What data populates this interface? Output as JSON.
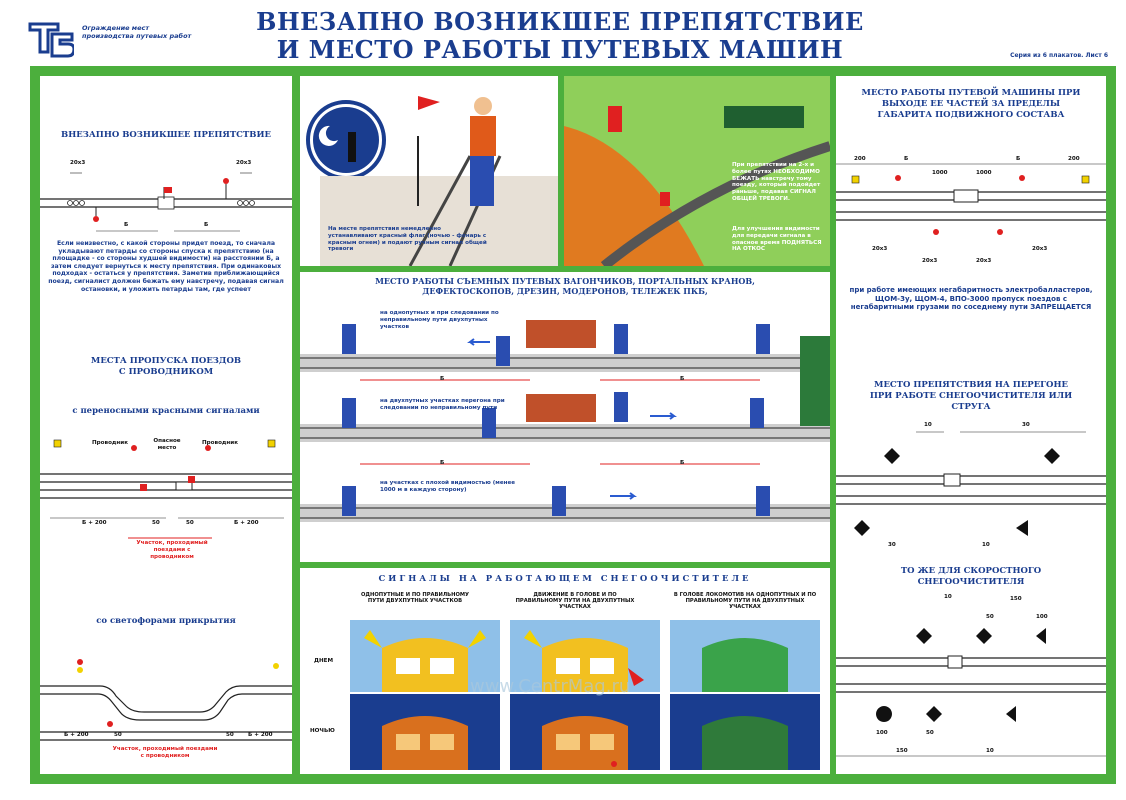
{
  "header": {
    "logo": "ТБ",
    "subtitle": "Ограждение мест производства путевых работ",
    "title_line1": "ВНЕЗАПНО ВОЗНИКШЕЕ ПРЕПЯТСТВИЕ",
    "title_line2": "И МЕСТО РАБОТЫ ПУТЕВЫХ МАШИН",
    "series": "Серия из 6 плакатов. Лист 6"
  },
  "left": {
    "title1": "ВНЕЗАПНО ВОЗНИКШЕЕ ПРЕПЯТСТВИЕ",
    "dim_a": "20x3",
    "dim_b": "20x3",
    "b1": "Б",
    "b2": "Б",
    "text1": "Если неизвестно, с какой стороны придет поезд, то сначала укладывают петарды со стороны спуска к препятствию (на площадке - со стороны худшей видимости) на расстоянии Б, а затем следует вернуться к месту препятствия. При одинаковых подходах - остаться у препятствия. Заметив приближающийся поезд, сигналист должен бежать ему навстречу, подавая сигнал остановки, и уложить петарды там, где успеет",
    "title2": "МЕСТА ПРОПУСКА ПОЕЗДОВ С ПРОВОДНИКОМ",
    "title3": "с переносными красными сигналами",
    "prov1": "Проводник",
    "danger": "Опасное место",
    "prov2": "Проводник",
    "d1": "Б + 200",
    "d2": "50",
    "d3": "50",
    "d4": "Б + 200",
    "zone": "Участок, проходимый поездами с проводником",
    "title4": "со светофорами прикрытия",
    "e1": "Б + 200",
    "e2": "50",
    "e3": "50",
    "e4": "Б + 200",
    "zone2": "Участок, проходимый поездами с проводником"
  },
  "center": {
    "cap1": "На месте препятствия немедленно устанавливают красный флаг (ночью - фонарь с красным огнем) и подают ручным сигнал общей тревоги",
    "cap2": "При препятствии на 2-х и более путях НЕОБХОДИМО БЕЖАТЬ навстречу тому поезду, который подойдет раньше, подавая СИГНАЛ ОБЩЕЙ ТРЕВОГИ.",
    "cap3": "Для улучшения видимости для передачи сигнала в опасное время ПОДНЯТЬСЯ НА ОТКОС",
    "title_mid": "МЕСТО РАБОТЫ СЪЕМНЫХ ПУТЕВЫХ ВАГОНЧИКОВ, ПОРТАЛЬНЫХ КРАНОВ, ДЕФЕКТОСКОПОВ, ДРЕЗИН, МОДЕРОНОВ, ТЕЛЕЖЕК ПКБ,",
    "m1": "на однопутных и при следовании по неправильному пути двухпутных участков",
    "m2": "на двухпутных участках перегона при следовании по неправильному пути",
    "m3": "на участках с плохой видимостью (менее 1000 м в каждую сторону)",
    "b": "Б",
    "title_snow": "СИГНАЛЫ НА РАБОТАЮЩЕМ СНЕГООЧИСТИТЕЛЕ",
    "s1": "однопутные и по правильному пути двухпутных участков",
    "s2": "движение в голове и по правильному пути на двухпутных участках",
    "s3": "в голове локомотив на однопутных и по правильному пути на двухпутных участках",
    "day": "днем",
    "night": "ночью"
  },
  "right": {
    "title1": "МЕСТО РАБОТЫ ПУТЕВОЙ МАШИНЫ ПРИ ВЫХОДЕ ЕЕ ЧАСТЕЙ ЗА ПРЕДЕЛЫ ГАБАРИТА ПОДВИЖНОГО СОСТАВА",
    "r1": "200",
    "r2": "Б",
    "r3": "1000",
    "r4": "1000",
    "r5": "Б",
    "r6": "200",
    "r7": "20x3",
    "r8": "20x3",
    "r9": "20x3",
    "r10": "20x3",
    "text1": "при работе имеющих негабаритность электробалластеров, ЩОМ-3у, ЩОМ-4, ВПО-3000 пропуск поездов с негабаритными грузами по соседнему пути ЗАПРЕЩАЕТСЯ",
    "title2": "МЕСТО ПРЕПЯТСТВИЯ НА ПЕРЕГОНЕ ПРИ РАБОТЕ СНЕГООЧИСТИТЕЛЯ ИЛИ СТРУГА",
    "q1": "10",
    "q2": "30",
    "q3": "30",
    "q4": "10",
    "title3": "ТО ЖЕ ДЛЯ СКОРОСТНОГО СНЕГООЧИСТИТЕЛЯ",
    "w1": "10",
    "w2": "150",
    "w3": "50",
    "w4": "100",
    "w5": "100",
    "w6": "50",
    "w7": "150",
    "w8": "10"
  },
  "watermark": "www.CentrMag.ru",
  "colors": {
    "frame": "#4caf3d",
    "title": "#1a3d8f",
    "red": "#e02020",
    "yellow": "#f2d200",
    "rail": "#222"
  }
}
